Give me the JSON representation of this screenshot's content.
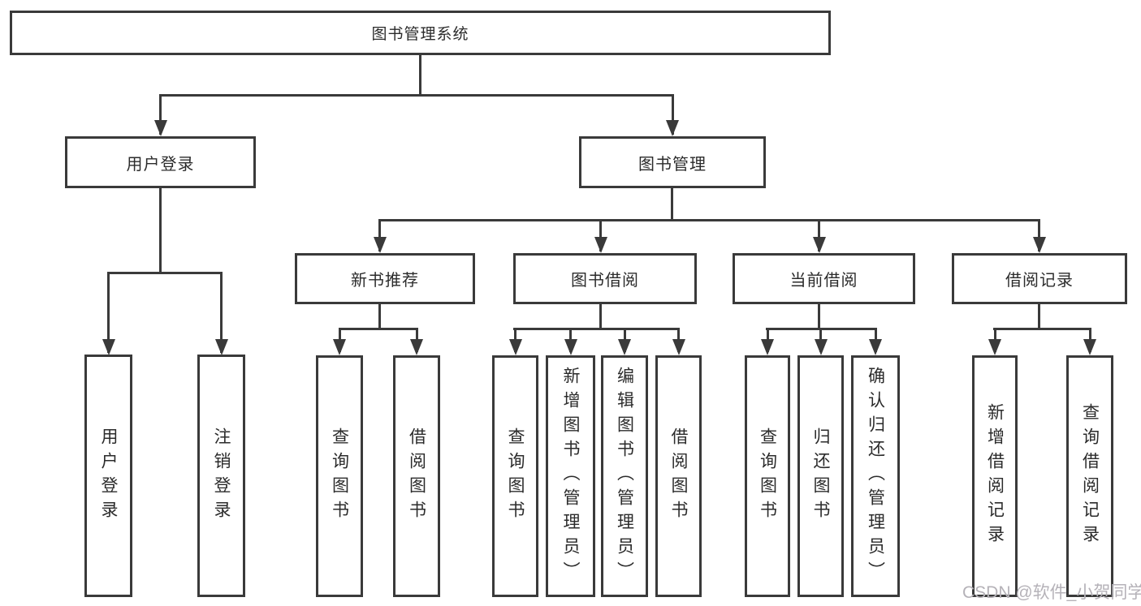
{
  "diagram": {
    "title_note": "functional structure tree",
    "root": {
      "label": "图书管理系统"
    },
    "level1": [
      {
        "label": "用户登录"
      },
      {
        "label": "图书管理"
      }
    ],
    "level2": [
      {
        "label": "新书推荐"
      },
      {
        "label": "图书借阅"
      },
      {
        "label": "当前借阅"
      },
      {
        "label": "借阅记录"
      }
    ],
    "leaves": {
      "login": [
        {
          "label": "用户登录"
        },
        {
          "label": "注销登录"
        }
      ],
      "newbook": [
        {
          "label": "查询图书"
        },
        {
          "label": "借阅图书"
        }
      ],
      "borrow": [
        {
          "label": "查询图书"
        },
        {
          "label": "新增图书（管理员）"
        },
        {
          "label": "编辑图书（管理员）"
        },
        {
          "label": "借阅图书"
        }
      ],
      "current": [
        {
          "label": "查询图书"
        },
        {
          "label": "归还图书"
        },
        {
          "label": "确认归还（管理员）"
        }
      ],
      "records": [
        {
          "label": "新增借阅记录"
        },
        {
          "label": "查询借阅记录"
        }
      ]
    },
    "watermark": "CSDN @软件_小贺同学",
    "colors": {
      "line": "#3a3a3a",
      "text": "#2b2b2b",
      "background": "#ffffff",
      "watermark": "#b5b2b8"
    }
  }
}
